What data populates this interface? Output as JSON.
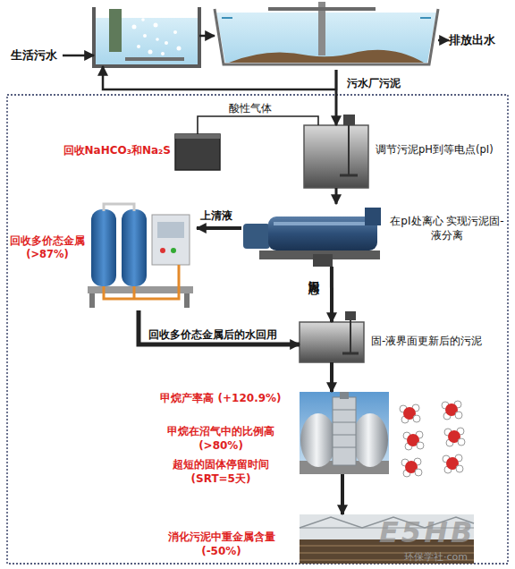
{
  "diagram": {
    "nodes": [
      {
        "text": [
          "生活污水"
        ]
      },
      {
        "text": []
      },
      {
        "text": []
      },
      {
        "text": [
          "排放出水"
        ]
      },
      {
        "text": [
          "回收NaHCO₃和Na₂S"
        ]
      },
      {
        "text": [
          "调节污泥pH到等电点(pI)"
        ]
      },
      {
        "text": [
          "在pI处离心 实现污泥固-液分离"
        ]
      },
      {
        "text": [
          "回收多价态金属 (>87%)"
        ]
      },
      {
        "text": [
          "固-液界面更新后的污泥"
        ]
      },
      {
        "text": [
          "甲烷产率高 (+120.9%)",
          "甲烷在沼气中的比例高 (>80%)",
          "超短的固体停留时间 (SRT=5天)"
        ]
      },
      {
        "text": [
          "消化污泥中重金属含量 (-50%)"
        ]
      }
    ],
    "edges": [
      {
        "from": 0,
        "to": 1,
        "arrow": "to"
      },
      {
        "from": 1,
        "to": 2,
        "arrow": "to"
      },
      {
        "from": 2,
        "to": 3,
        "arrow": "to"
      },
      {
        "from": 2,
        "to": 1,
        "arrow": "to"
      },
      {
        "from": 2,
        "to": 5,
        "label": "污水厂污泥",
        "arrow": "to"
      },
      {
        "from": 5,
        "to": 4,
        "label": "酸性气体",
        "arrow": "none"
      },
      {
        "from": 5,
        "to": 6,
        "arrow": "to"
      },
      {
        "from": 6,
        "to": 7,
        "label": "上清液",
        "arrow": "to"
      },
      {
        "from": 6,
        "to": 8,
        "label": "污泥固态",
        "arrow": "to"
      },
      {
        "from": 7,
        "to": 8,
        "label": "回收多价态金属后的水回用",
        "arrow": "to"
      },
      {
        "from": 8,
        "to": 9,
        "arrow": "to"
      },
      {
        "from": 9,
        "to": 10,
        "arrow": "to"
      }
    ],
    "labels": [
      "E5HB",
      "环保学社·com"
    ]
  }
}
